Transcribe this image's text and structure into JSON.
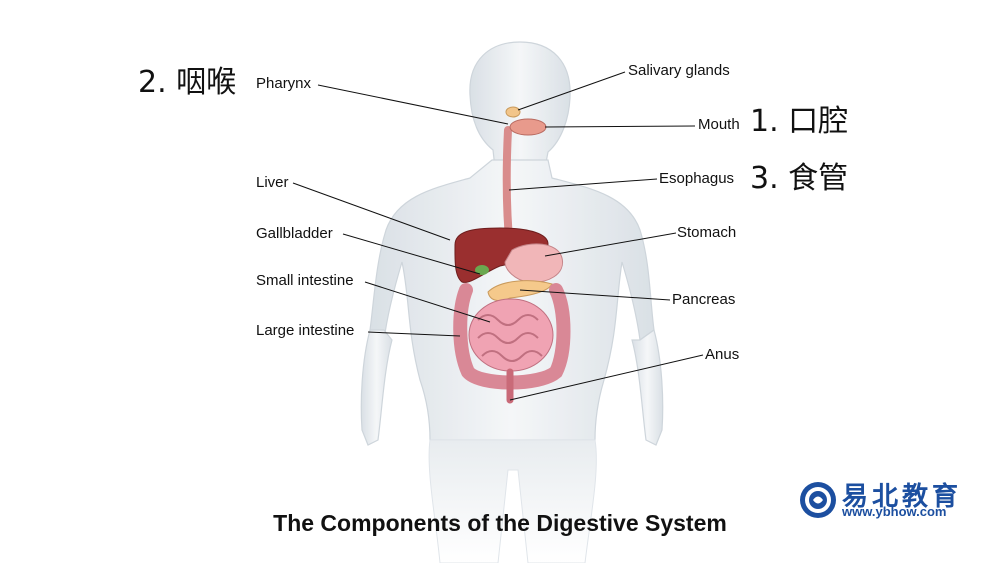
{
  "labels": {
    "pharynx": "Pharynx",
    "salivary_glands": "Salivary glands",
    "mouth": "Mouth",
    "esophagus": "Esophagus",
    "liver": "Liver",
    "gallbladder": "Gallbladder",
    "stomach": "Stomach",
    "small_intestine": "Small intestine",
    "pancreas": "Pancreas",
    "large_intestine": "Large intestine",
    "anus": "Anus"
  },
  "chinese_labels": {
    "pharynx": "2. 咽喉",
    "mouth": "1. 口腔",
    "esophagus": "3. 食管"
  },
  "title": "The Components of the Digestive System",
  "logo": {
    "name": "易北教育",
    "url": "www.ybhow.com",
    "brand_color": "#1c4fa0"
  }
}
